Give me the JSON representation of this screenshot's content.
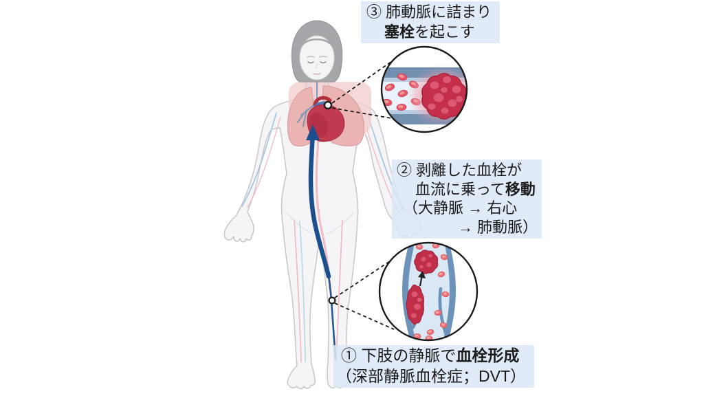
{
  "diagram": {
    "subject": "deep-vein-thrombosis-to-pulmonary-embolism",
    "labels": {
      "step3": {
        "line1": "③ 肺動脈に詰まり",
        "line2_bold": "塞栓",
        "line2_rest": "を起こす"
      },
      "step2": {
        "line1": "② 剥離した血栓が",
        "line2_pre": "血流に乗って",
        "line2_bold": "移動",
        "line3": "（大静脈 → 右心",
        "line4": "→ 肺動脈）"
      },
      "step1": {
        "line1_pre": "① 下肢の静脈で",
        "line1_bold": "血栓形成",
        "line2": "（深部静脈血栓症；DVT）"
      }
    },
    "palette": {
      "label_background": "#dae7f6",
      "text": "#1b1b1b",
      "vessel_wall_dark": "#7190b0",
      "vessel_wall_light": "#b9cfe3",
      "vessel_lumen": "#eaf3fb",
      "vein_wall": "#6d93bb",
      "vein_lumen": "#d9e8f4",
      "clot_main": "#c62f4a",
      "clot_bump": "#de5871",
      "clot_glow": "#f2a3b0",
      "red_blood_cell": "#e4566b",
      "flow_arrow": "#1d4e8d",
      "body_fill": "#f5f5f7",
      "body_outline": "#c6c6ca",
      "hair": "#a7a7ab",
      "lung": "#eab4b2",
      "chest_plate": "#f3d0d0",
      "heart": "#c23a50",
      "pulmonary_blue": "#4a7cba",
      "leader_line": "#1a1a1a"
    }
  }
}
